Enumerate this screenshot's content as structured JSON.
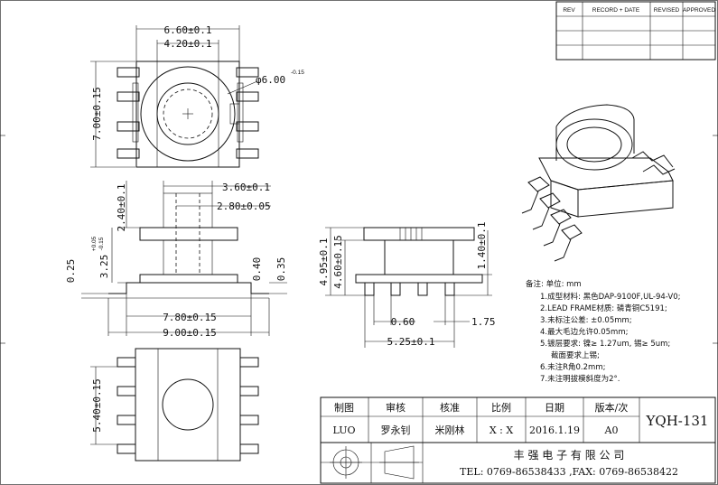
{
  "revision_table": {
    "headers": [
      "REV",
      "RECORD + DATE",
      "REVISED",
      "APPROVED"
    ]
  },
  "dimensions": {
    "top_width_outer": "6.60±0.1",
    "top_width_inner": "4.20±0.1",
    "top_height": "7.00±0.15",
    "top_diameter": "φ6.00",
    "top_diameter_tol": "-0.15",
    "side_width_a": "3.60±0.1",
    "side_width_b": "2.80±0.05",
    "side_height_a": "2.40±0.1",
    "side_height_b": "3.25",
    "side_height_b_tol_up": "+0.05",
    "side_height_b_tol_dn": "-0.15",
    "side_left": "0.25",
    "side_mid": "0.40",
    "side_right": "0.35",
    "side_span_inner": "7.80±0.15",
    "side_span_outer": "9.00±0.15",
    "front_height_outer": "4.95±0.1",
    "front_height_inner": "4.60±0.15",
    "front_pin_height": "1.40±0.1",
    "front_pin_gap": "0.60",
    "front_pin_width": "1.75",
    "front_pitch_span": "5.25±0.1",
    "bottom_height": "5.40±0.15"
  },
  "notes": {
    "title": "备注: 单位: mm",
    "items": [
      "1.成型材料: 黑色DAP-9100F,UL-94-V0;",
      "2.LEAD FRAME材质: 磷青铜C5191;",
      "3.未标注公差: ±0.05mm;",
      "4.最大毛边允许0.05mm;",
      "5.镀层要求: 镍≥ 1.27um, 锡≥ 5um;",
      "截面要求上锡;",
      "6.未注R角0.2mm;",
      "7.未注明拔模斜度为2°."
    ]
  },
  "title_block": {
    "headers": [
      "制图",
      "审核",
      "核准",
      "比例",
      "日期",
      "版本/次"
    ],
    "values": [
      "LUO",
      "罗永钊",
      "米刚林",
      "X : X",
      "2016.1.19",
      "A0"
    ],
    "part_no": "YQH-131",
    "company": "丰 强 电 子 有 限 公 司",
    "contact": "TEL: 0769-86538433 ,FAX: 0769-86538422"
  }
}
